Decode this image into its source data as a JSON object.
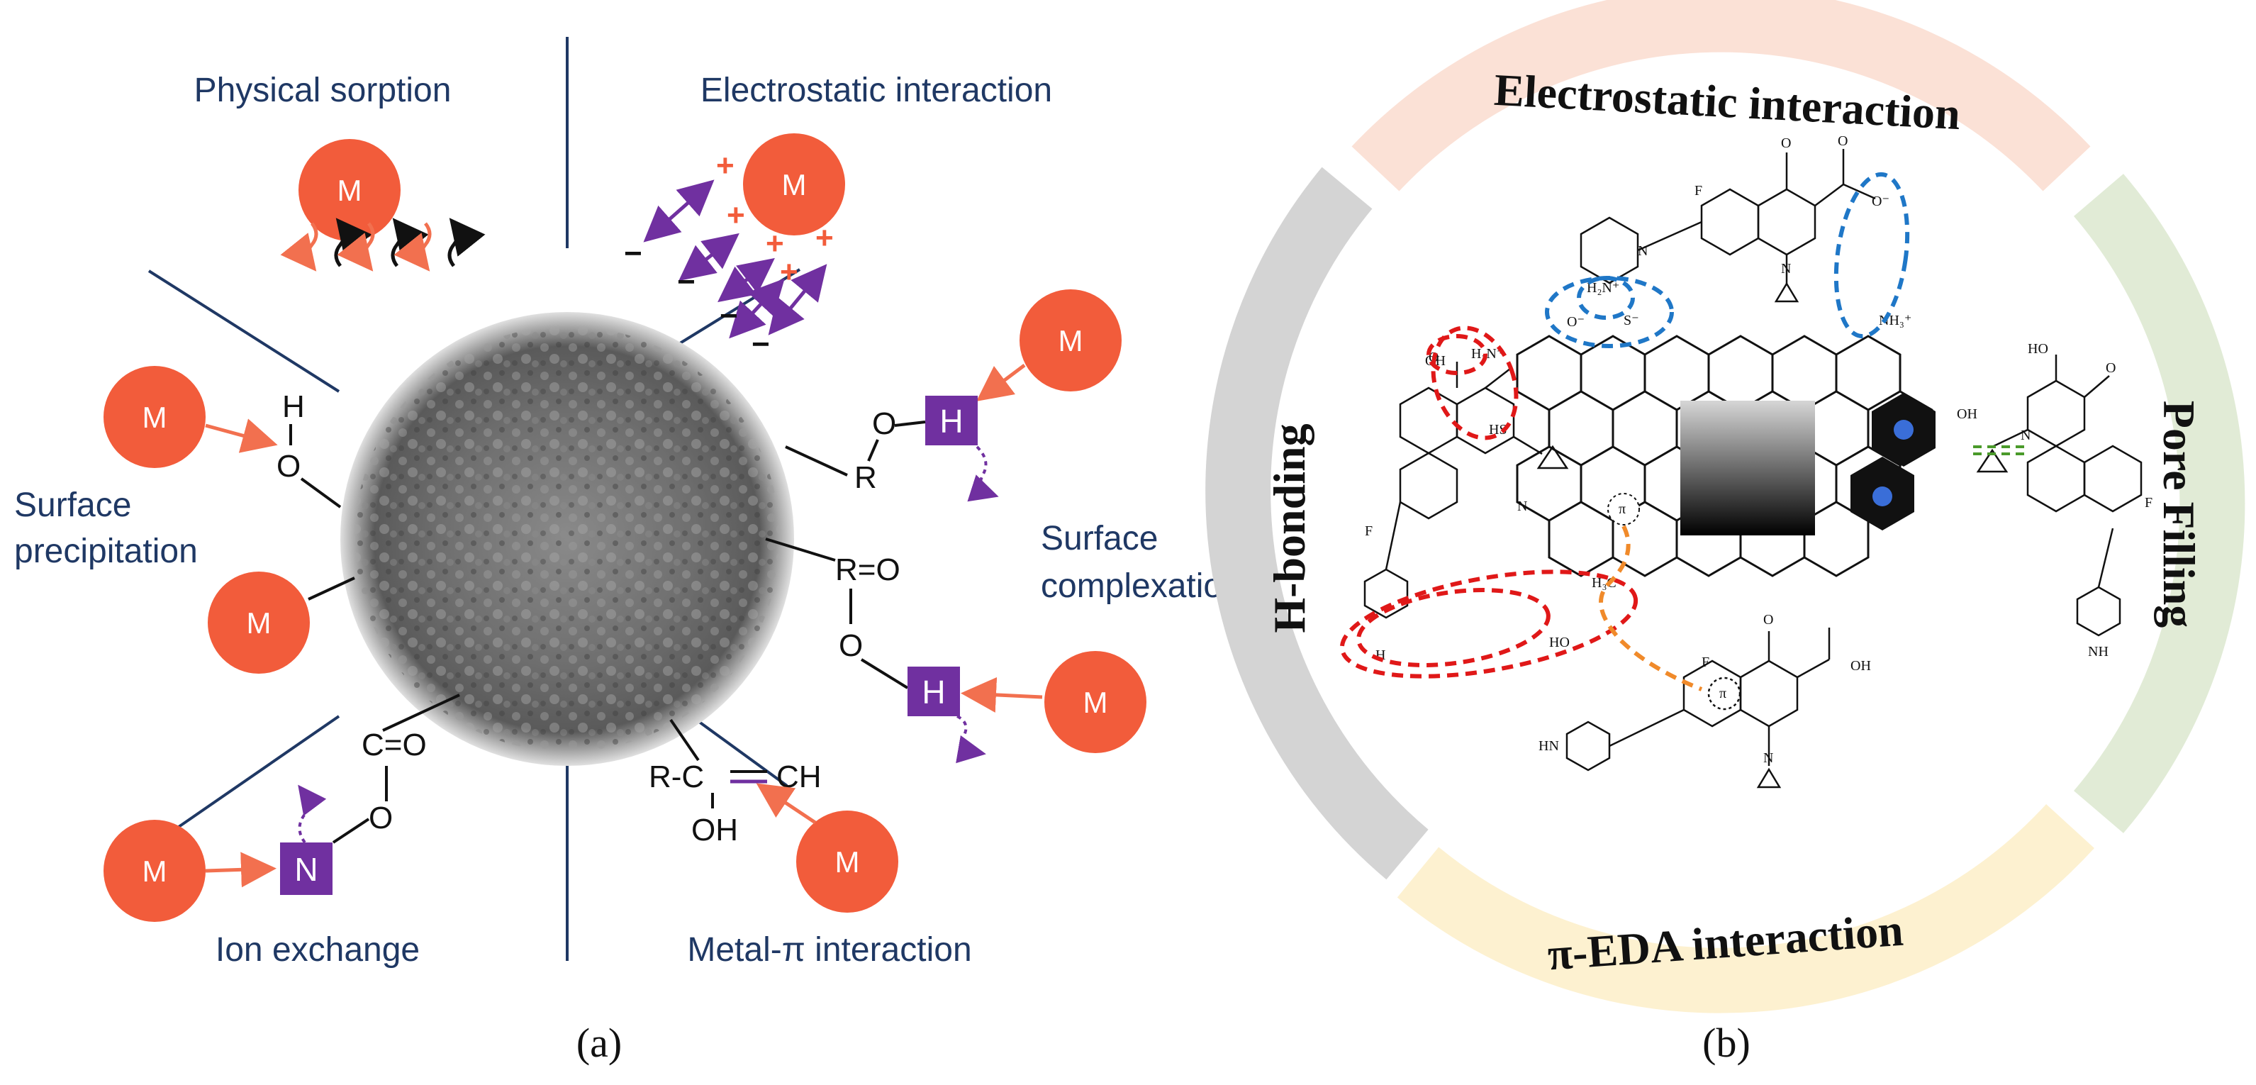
{
  "panel_a": {
    "labels": {
      "physical_sorption": "Physical sorption",
      "electrostatic": "Electrostatic interaction",
      "surface_precip_1": "Surface",
      "surface_precip_2": "precipitation",
      "surface_complex_1": "Surface",
      "surface_complex_2": "complexation",
      "ion_exchange": "Ion exchange",
      "metal_pi": "Metal-π interaction"
    },
    "metal_symbol": "M",
    "boxes": {
      "h": "H",
      "n": "N"
    },
    "chem": {
      "H": "H",
      "O": "O",
      "R": "R",
      "ReqO": "R=O",
      "CeqO": "C=O",
      "RC": "R-C",
      "CH": "CH",
      "OH": "OH"
    },
    "signs": {
      "plus": "+",
      "minus": "−"
    },
    "colors": {
      "metal": "#f25c3b",
      "box": "#7030a0",
      "label": "#1f3864",
      "arrow_red": "#f2704f",
      "arrow_purple": "#7030a0"
    }
  },
  "panel_b": {
    "ring_labels": {
      "top": "Electrostatic interaction",
      "right": "Pore Filling",
      "bottom": "π-EDA interaction",
      "left": "H-bonding"
    },
    "ring_colors": {
      "top": "#fbe1d6",
      "right": "#e1ebd6",
      "bottom": "#fdf1d0",
      "left": "#d4d4d4"
    },
    "chem": {
      "F": "F",
      "O": "O",
      "N": "N",
      "Ominus": "O⁻",
      "NH2plus": "H₂N⁺",
      "Sminus": "S⁻",
      "NH3plus": "NH₃⁺",
      "OH": "OH",
      "HO": "HO",
      "HS": "HS",
      "H3C": "H₃C",
      "pi": "π",
      "HN": "HN",
      "NH": "NH",
      "H": "H",
      "COOH": "OH"
    }
  },
  "captions": {
    "a": "(a)",
    "b": "(b)"
  }
}
